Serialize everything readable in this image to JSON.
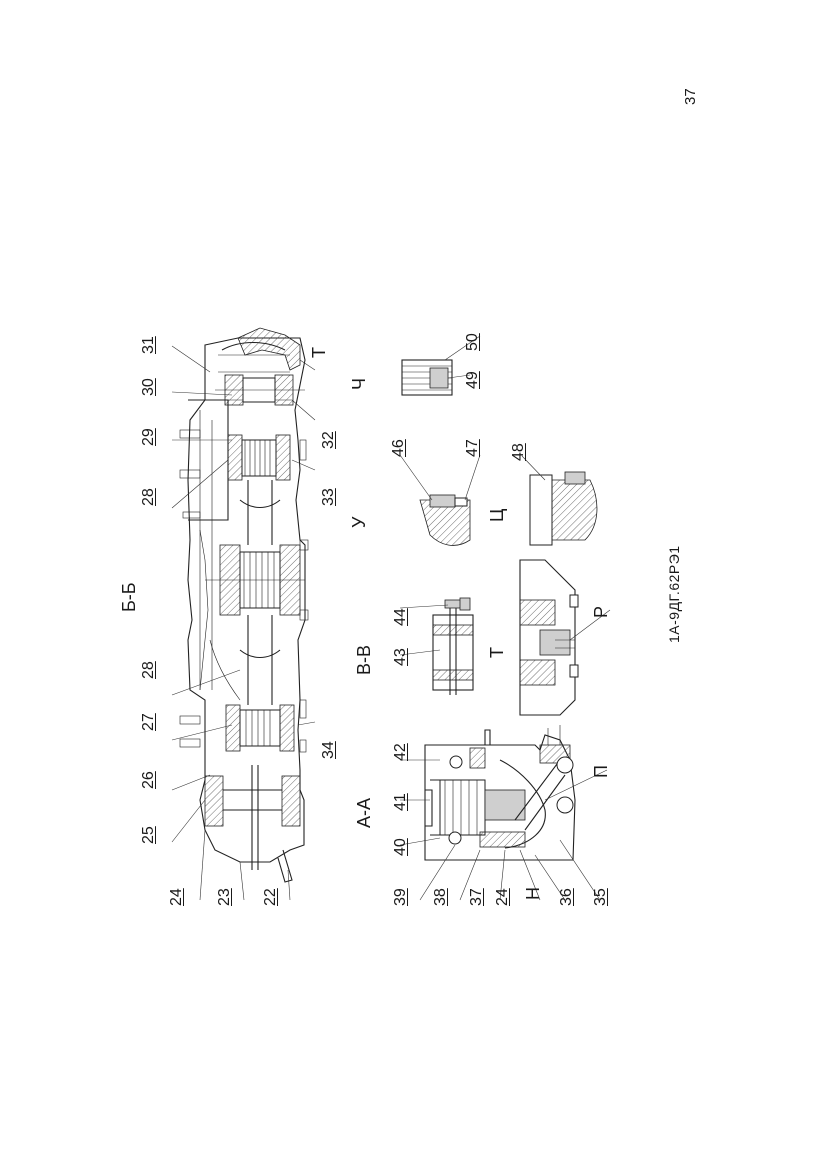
{
  "page_number": "37",
  "document_code": "1А-9ДГ.62РЭ1",
  "sections": {
    "b_b": "Б-Б",
    "a_a": "А-А",
    "v_v": "В-В",
    "t_top": "Т",
    "t_view": "Т",
    "u": "У",
    "ch": "Ч",
    "ts": "Ц",
    "n": "Н",
    "p": "П",
    "r": "Р"
  },
  "callouts": {
    "c22": "22",
    "c23": "23",
    "c24a": "24",
    "c25": "25",
    "c26": "26",
    "c27": "27",
    "c28a": "28",
    "c28b": "28",
    "c29": "29",
    "c30": "30",
    "c31": "31",
    "c32": "32",
    "c33": "33",
    "c34": "34",
    "c35": "35",
    "c36": "36",
    "c24b": "24",
    "c37": "37",
    "c38": "38",
    "c39": "39",
    "c40": "40",
    "c41": "41",
    "c42": "42",
    "c43": "43",
    "c44": "44",
    "c46": "46",
    "c47": "47",
    "c48": "48",
    "c49": "49",
    "c50": "50"
  }
}
